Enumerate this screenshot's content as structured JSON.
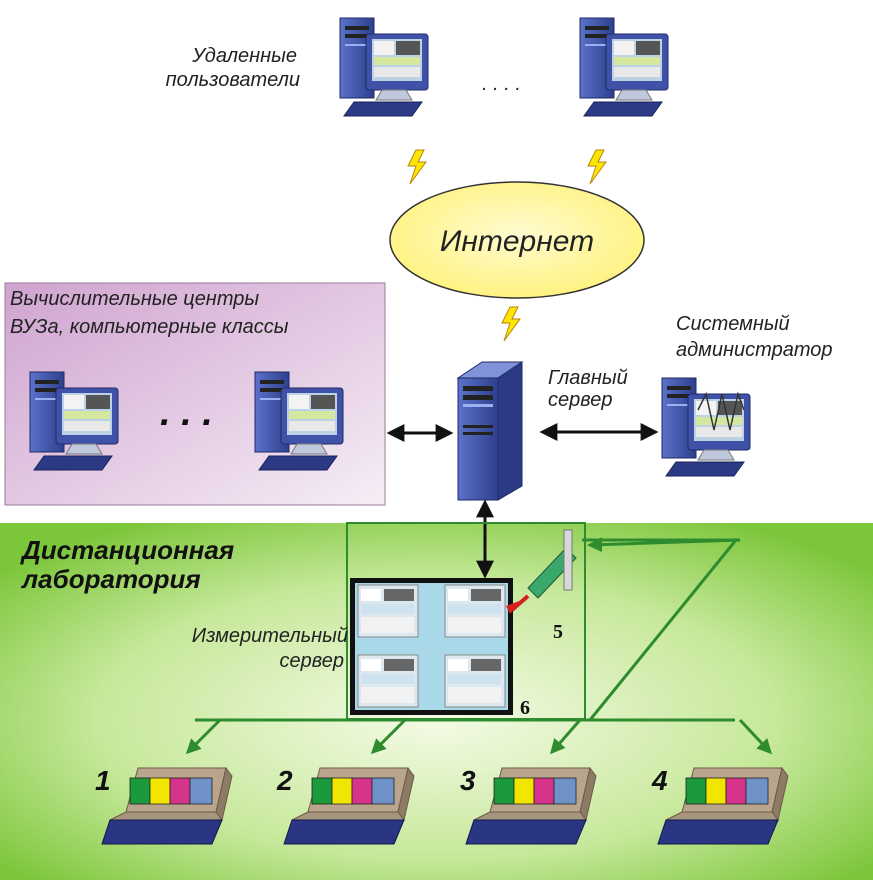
{
  "labels": {
    "remote_users_line1": "Удаленные",
    "remote_users_line2": "пользователи",
    "ellipsis_top": ". . . .",
    "internet": "Интернет",
    "computing_centers_line1": "Вычислительные центры",
    "computing_centers_line2": "ВУЗа, компьютерные классы",
    "ellipsis_mid": ". . .",
    "main_server_line1": "Главный",
    "main_server_line2": "сервер",
    "sysadmin_line1": "Системный",
    "sysadmin_line2": "администратор",
    "lab_line1": "Дистанционная",
    "lab_line2": "лаборатория",
    "meas_server_line1": "Измерительный",
    "meas_server_line2": "сервер",
    "num_5": "5",
    "num_6": "6"
  },
  "stands": [
    "1",
    "2",
    "3",
    "4"
  ],
  "colors": {
    "lab_green": "#8fd14a",
    "internet_yellow": "#fff68a",
    "purple_panel": "#d9b6d9",
    "monitor_blue": "#3f52a8",
    "arrow_green": "#2e8b2e",
    "bolt_yellow": "#ffe600",
    "measurement_panel": "#a9d8e8",
    "stand_colors": [
      "#1a9a3a",
      "#f2e600",
      "#d6338a",
      "#6f93c9"
    ]
  }
}
